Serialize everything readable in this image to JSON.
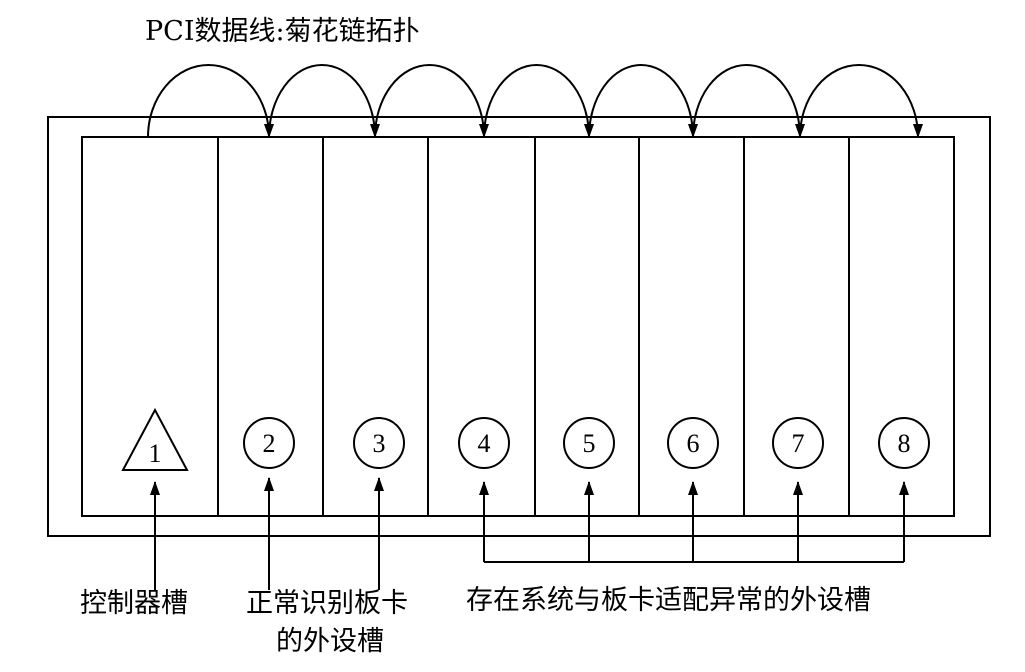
{
  "title": "PCI数据线:菊花链拓扑",
  "slots": [
    {
      "number": "1",
      "shape": "triangle",
      "group": "controller"
    },
    {
      "number": "2",
      "shape": "circle",
      "group": "normal"
    },
    {
      "number": "3",
      "shape": "circle",
      "group": "normal"
    },
    {
      "number": "4",
      "shape": "circle",
      "group": "abnormal"
    },
    {
      "number": "5",
      "shape": "circle",
      "group": "abnormal"
    },
    {
      "number": "6",
      "shape": "circle",
      "group": "abnormal"
    },
    {
      "number": "7",
      "shape": "circle",
      "group": "abnormal"
    },
    {
      "number": "8",
      "shape": "circle",
      "group": "abnormal"
    }
  ],
  "labels": {
    "controller": "控制器槽",
    "normal_line1": "正常识别板卡",
    "normal_line2": "的外设槽",
    "abnormal": "存在系统与板卡适配异常的外设槽"
  }
}
